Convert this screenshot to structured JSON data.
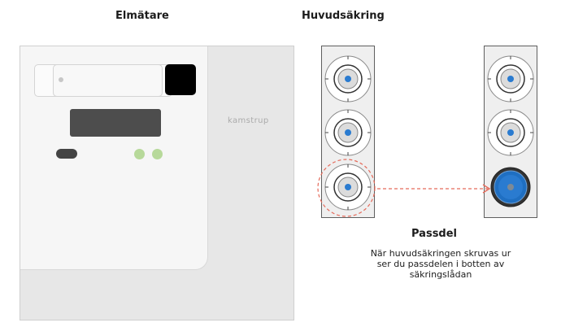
{
  "titles": {
    "meter": "Elmätare",
    "fuse": "Huvudsäkring"
  },
  "meter": {
    "brand": "kamstrup"
  },
  "fuse_boxes": {
    "left": {
      "fuses": 3,
      "highlighted_index": 2
    },
    "right": {
      "fuses": 3,
      "removed_index": 2
    }
  },
  "callout": {
    "title": "Passdel",
    "description": "När huvudsäkringen skruvas ur ser du passdelen i botten av säkringslådan"
  },
  "colors": {
    "fuse_blue": "#2a7bd0",
    "passdel_blue": "#1f6fc2",
    "highlight_red": "#e56a5a",
    "led_green": "#b7d99a"
  }
}
